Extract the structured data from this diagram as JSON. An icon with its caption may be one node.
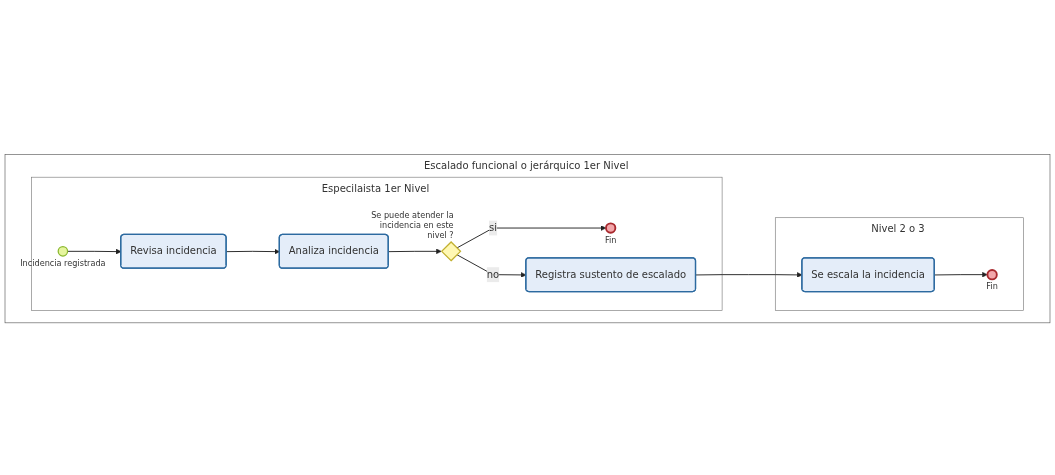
{
  "diagram": {
    "nodes": [
      {
        "text": [
          "Escalado funcional o jerárquico 1er Nivel"
        ]
      },
      {
        "text": [
          "Especilaista 1er Nivel"
        ],
        "in": 0
      },
      {
        "text": [
          "Nivel 2 o 3"
        ],
        "in": 0
      },
      {
        "text": [],
        "shape": "circle",
        "beside": [
          "Incidencia registrada"
        ],
        "in": 1
      },
      {
        "text": [
          "Revisa incidencia"
        ],
        "in": 1
      },
      {
        "text": [
          "Analiza incidencia"
        ],
        "in": 1
      },
      {
        "text": [],
        "shape": "diamond",
        "beside": [
          "Se puede atender la incidencia en este nivel ?"
        ],
        "in": 1
      },
      {
        "text": [],
        "shape": "circle",
        "beside": [
          "Fin"
        ],
        "in": 1
      },
      {
        "text": [
          "Registra sustento de escalado"
        ],
        "in": 1
      },
      {
        "text": [
          "Se escala la incidencia"
        ],
        "in": 2
      },
      {
        "text": [],
        "shape": "circle",
        "beside": [
          "Fin"
        ],
        "in": 2
      }
    ],
    "edges": [
      {
        "from": 3,
        "to": 4,
        "arrow": "to"
      },
      {
        "from": 4,
        "to": 5,
        "arrow": "to"
      },
      {
        "from": 5,
        "to": 6,
        "arrow": "to"
      },
      {
        "from": 6,
        "to": 7,
        "label": "si",
        "arrow": "to"
      },
      {
        "from": 6,
        "to": 8,
        "label": "no",
        "arrow": "to"
      },
      {
        "from": 8,
        "to": 9,
        "arrow": "to"
      },
      {
        "from": 9,
        "to": 10,
        "arrow": "to"
      }
    ]
  }
}
